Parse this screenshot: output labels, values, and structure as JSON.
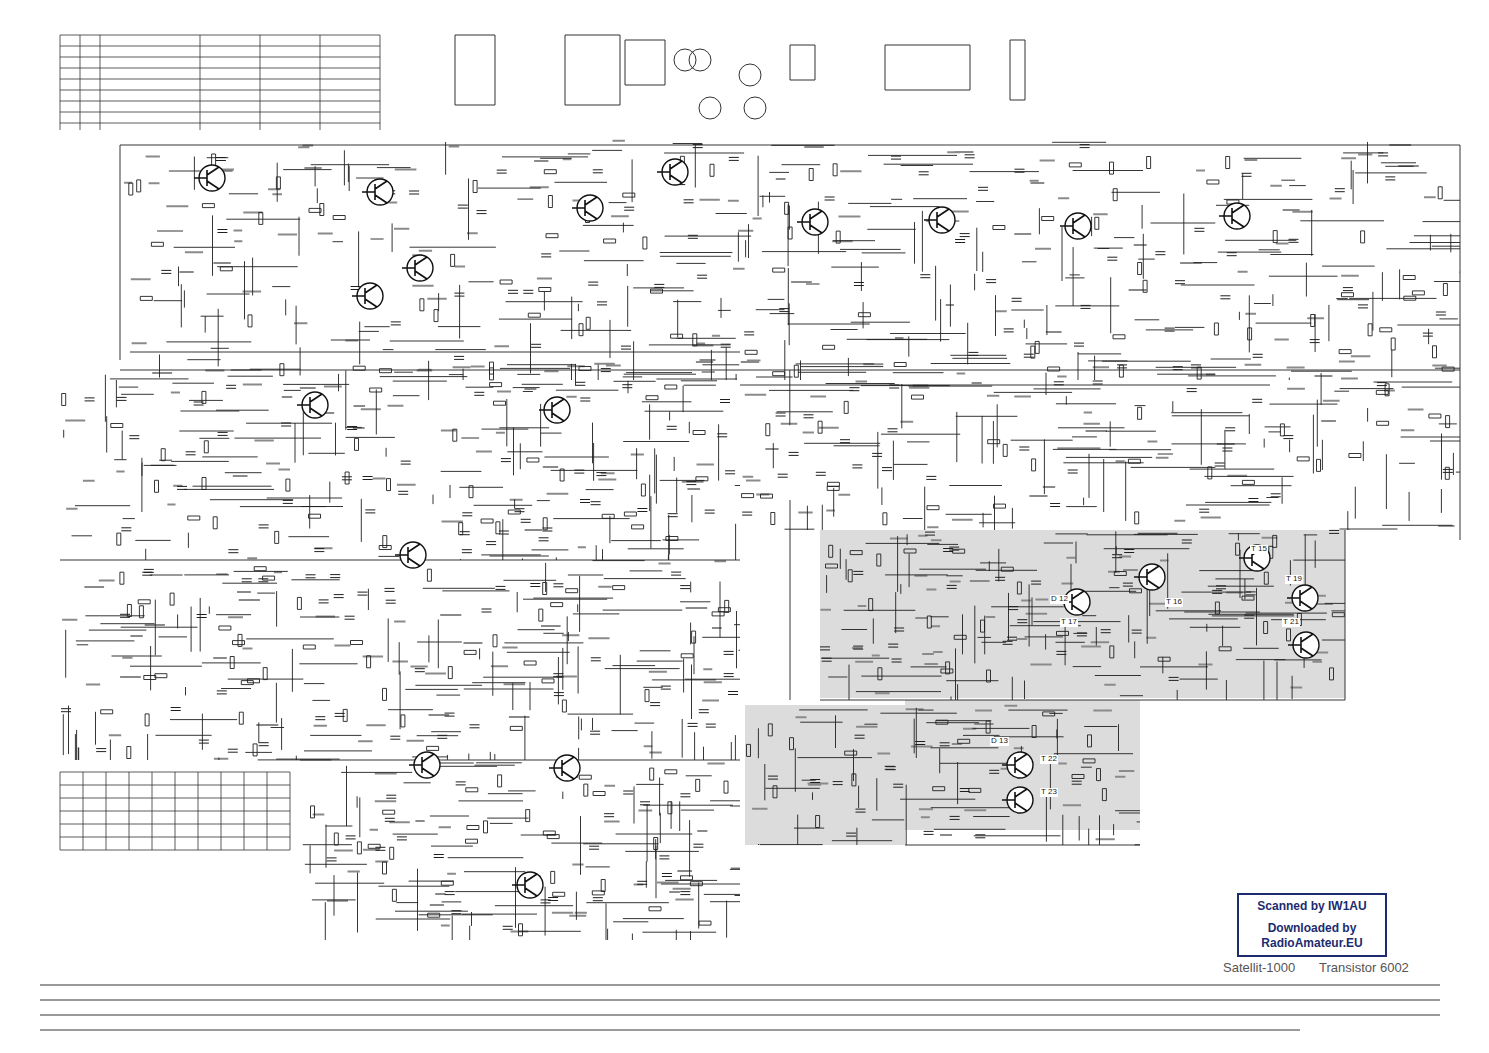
{
  "diagram": {
    "nodes": [
      {
        "text": [
          "Scanned by IW1AU",
          "Downloaded by RadioAmateur.EU"
        ]
      }
    ],
    "labels": [
      "Satellit-1000",
      "Transistor 6002",
      "T 15",
      "T 16",
      "T 17",
      "T 19",
      "T 21",
      "T 22",
      "T 23",
      "D 12",
      "D 13"
    ]
  }
}
